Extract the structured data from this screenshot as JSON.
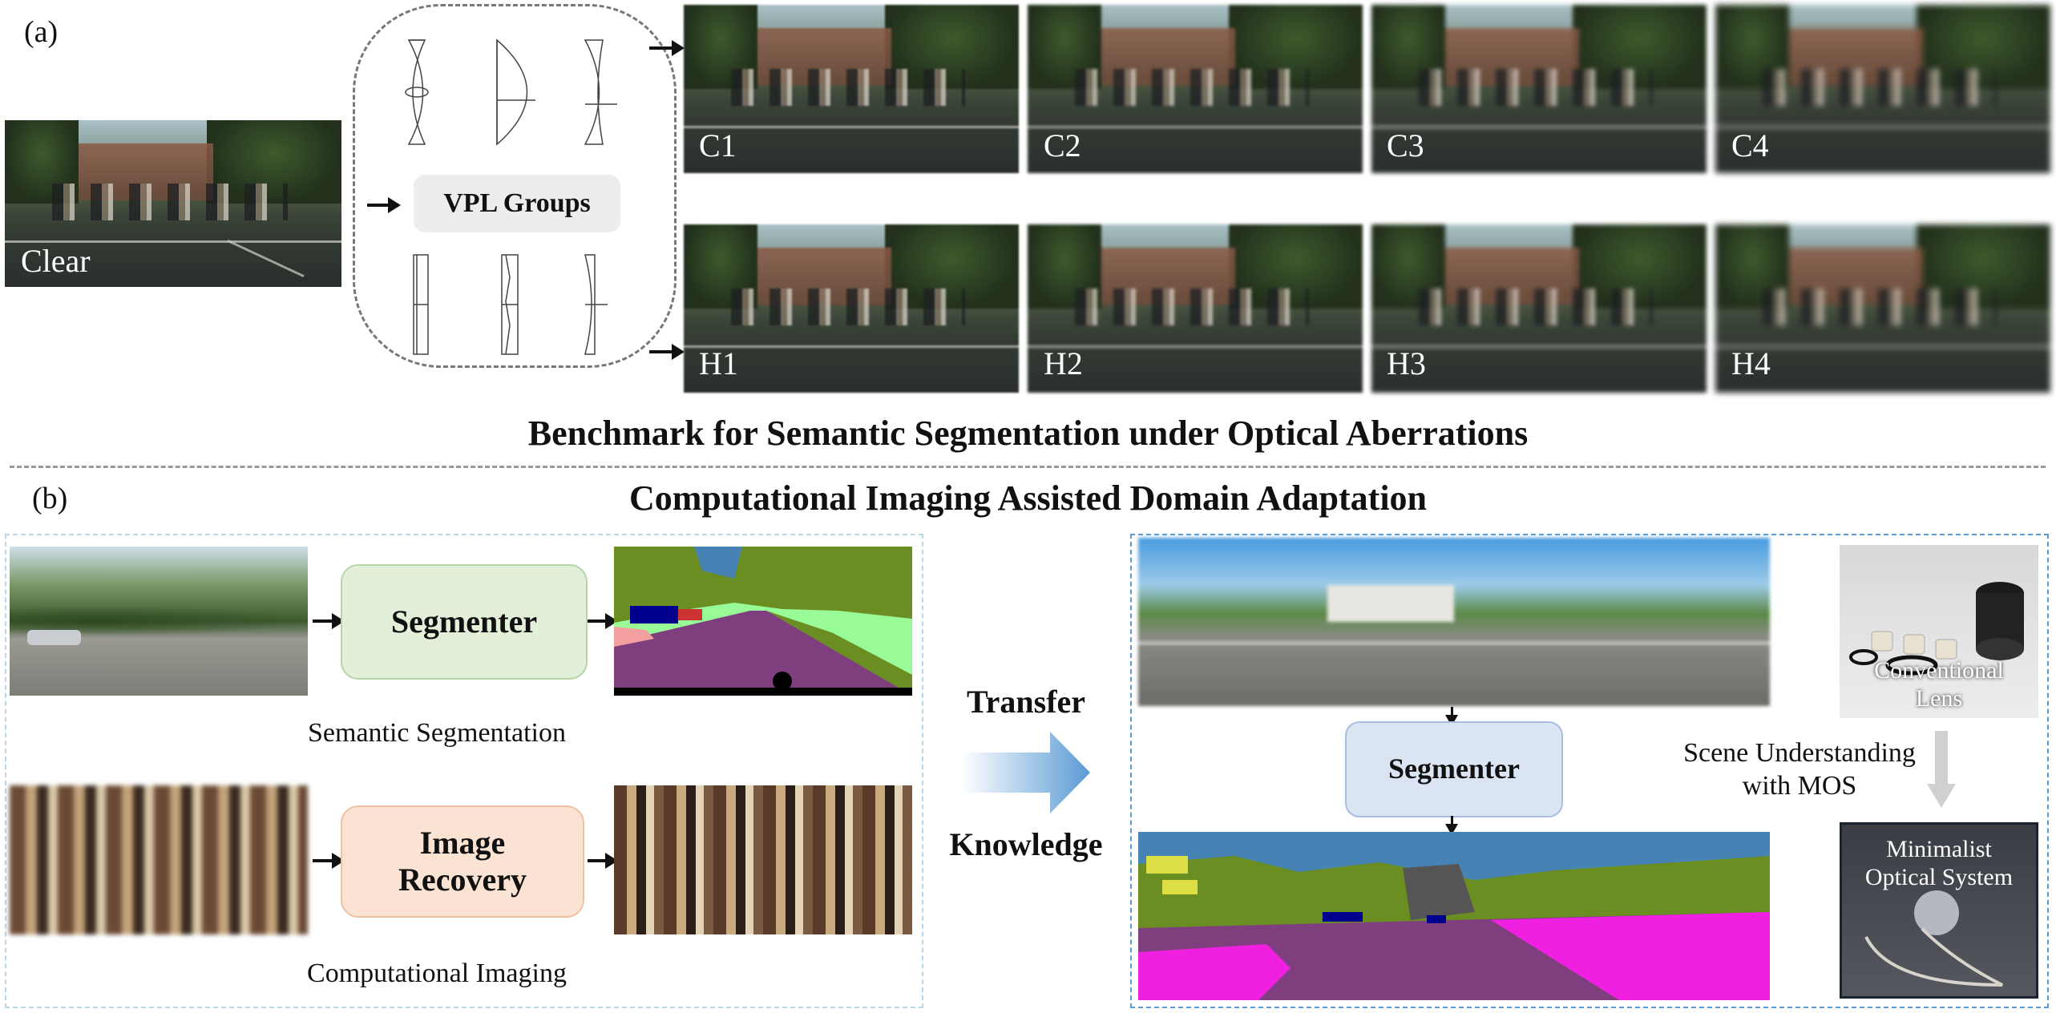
{
  "panel_a": {
    "label": "(a)",
    "clear_label": "Clear",
    "vpl_label": "VPL Groups",
    "c_labels": [
      "C1",
      "C2",
      "C3",
      "C4"
    ],
    "h_labels": [
      "H1",
      "H2",
      "H3",
      "H4"
    ],
    "caption": "Benchmark for Semantic Segmentation under Optical Aberrations"
  },
  "panel_b": {
    "label": "(b)",
    "title": "Computational Imaging Assisted Domain Adaptation",
    "segmenter_label": "Segmenter",
    "semantic_caption": "Semantic Segmentation",
    "recovery_label": "Image Recovery",
    "computational_caption": "Computational Imaging",
    "transfer_label": "Transfer",
    "knowledge_label": "Knowledge",
    "right_segmenter_label": "Segmenter",
    "scene_line1": "Scene Understanding",
    "scene_line2": "with MOS",
    "conv_lens_line1": "Conventional",
    "conv_lens_line2": "Lens",
    "mos_line1": "Minimalist",
    "mos_line2": "Optical System"
  },
  "colors": {
    "segmenter_fill": "#e2efd9",
    "segmenter_border": "#b9d4a8",
    "recovery_fill": "#fbe3d4",
    "recovery_border": "#efc1a2",
    "right_segmenter_fill": "#dbe4f3",
    "right_segmenter_border": "#a9bde0",
    "vpl_fill": "#ededed",
    "road_purple": "#7f3f7f",
    "vegetation": "#6b8e23",
    "sky": "#4682b4",
    "sidewalk": "#f020e0",
    "terrain": "#98fb98",
    "car": "#00008e"
  }
}
